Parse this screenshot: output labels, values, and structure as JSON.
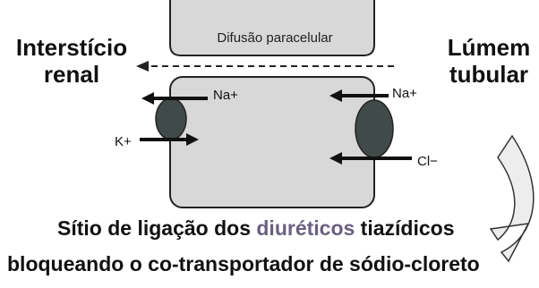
{
  "labels": {
    "interstitium": [
      "Interstício",
      "renal"
    ],
    "lumen": [
      "Lúmem",
      "tubular"
    ],
    "paracellular": "Difusão paracelular",
    "na_left": "Na+",
    "na_right": "Na+",
    "k": "K+",
    "cl": "Cl−"
  },
  "caption": {
    "line1_pre": "Sítio de ligação dos ",
    "line1_highlight": "diuréticos",
    "line1_post": " tiazídicos",
    "line2": "bloqueando o co-transportador de sódio-cloreto"
  },
  "colors": {
    "cell_fill": "#d8d8d8",
    "transporter_fill": "#404a48",
    "highlight_text": "#6b6080"
  }
}
